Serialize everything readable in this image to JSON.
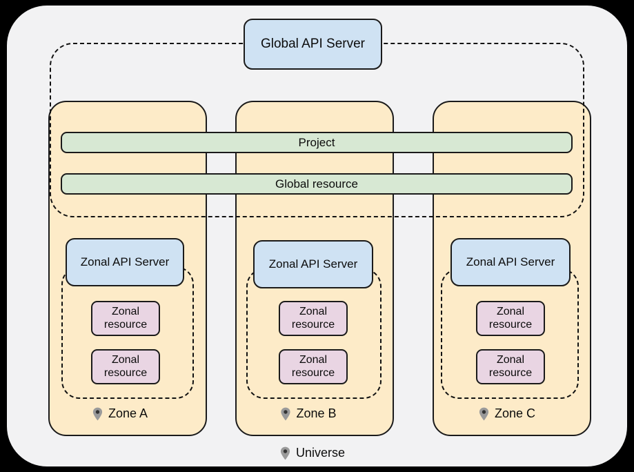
{
  "diagram": {
    "title": "Universe",
    "universe_label": "Universe",
    "universe_pin_icon": "location-pin-icon",
    "global_api_server": "Global API Server",
    "global_bars": [
      {
        "label": "Project"
      },
      {
        "label": "Global resource"
      }
    ],
    "zones": [
      {
        "id": "zone-a",
        "label": "Zone A",
        "pin_icon": "location-pin-icon",
        "api_server": "Zonal API Server",
        "resources": [
          {
            "line1": "Zonal",
            "line2": "resource"
          },
          {
            "line1": "Zonal",
            "line2": "resource"
          }
        ]
      },
      {
        "id": "zone-b",
        "label": "Zone B",
        "pin_icon": "location-pin-icon",
        "api_server": "Zonal API Server",
        "resources": [
          {
            "line1": "Zonal",
            "line2": "resource"
          },
          {
            "line1": "Zonal",
            "line2": "resource"
          }
        ]
      },
      {
        "id": "zone-c",
        "label": "Zone C",
        "pin_icon": "location-pin-icon",
        "api_server": "Zonal API Server",
        "resources": [
          {
            "line1": "Zonal",
            "line2": "resource"
          },
          {
            "line1": "Zonal",
            "line2": "resource"
          }
        ]
      }
    ],
    "colors": {
      "background": "#000000",
      "canvas": "#f2f2f3",
      "zone_fill": "#fdebc8",
      "api_server_fill": "#cfe2f3",
      "global_bar_fill": "#d7e8d3",
      "zonal_resource_fill": "#e9d5e3",
      "stroke": "#1a1a1a",
      "pin": "#9a9a9a"
    }
  }
}
